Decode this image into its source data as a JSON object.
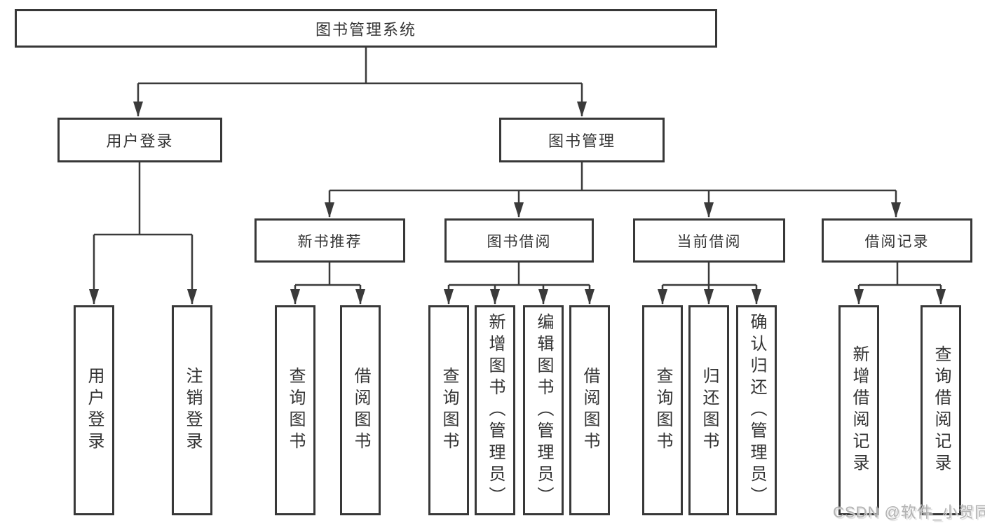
{
  "diagram": {
    "root": {
      "label": "图书管理系统",
      "children": [
        {
          "label": "用户登录",
          "children": [
            {
              "label": "用户登录"
            },
            {
              "label": "注销登录"
            }
          ]
        },
        {
          "label": "图书管理",
          "children": [
            {
              "label": "新书推荐",
              "children": [
                {
                  "label": "查询图书"
                },
                {
                  "label": "借阅图书"
                }
              ]
            },
            {
              "label": "图书借阅",
              "children": [
                {
                  "label": "查询图书"
                },
                {
                  "label": "新增图书（管理员）"
                },
                {
                  "label": "编辑图书（管理员）"
                },
                {
                  "label": "借阅图书"
                }
              ]
            },
            {
              "label": "当前借阅",
              "children": [
                {
                  "label": "查询图书"
                },
                {
                  "label": "归还图书"
                },
                {
                  "label": "确认归还（管理员）"
                }
              ]
            },
            {
              "label": "借阅记录",
              "children": [
                {
                  "label": "新增借阅记录"
                },
                {
                  "label": "查询借阅记录"
                }
              ]
            }
          ]
        }
      ]
    }
  },
  "watermark": {
    "text": "CSDN @软件_小贺同学"
  },
  "style": {
    "line_color": "#3a3a3a",
    "box_border_color": "#383838",
    "text_color": "#333333",
    "watermark_color": "#b3b3b3",
    "background": "#ffffff"
  }
}
